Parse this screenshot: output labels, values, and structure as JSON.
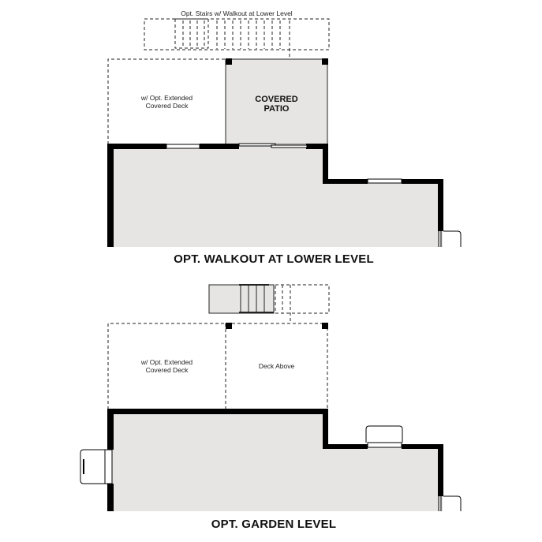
{
  "colors": {
    "wall": "#000000",
    "floor_fill": "#e6e5e3",
    "background": "#ffffff",
    "dashed_line": "#222222"
  },
  "plans": [
    {
      "title": "OPT. WALKOUT AT LOWER LEVEL",
      "labels": {
        "stairs_note": "Opt. Stairs w/ Walkout at Lower Level",
        "extended_deck_line1": "w/ Opt. Extended",
        "extended_deck_line2": "Covered Deck",
        "patio_line1": "COVERED",
        "patio_line2": "PATIO"
      }
    },
    {
      "title": "OPT. GARDEN LEVEL",
      "labels": {
        "extended_deck_line1": "w/ Opt. Extended",
        "extended_deck_line2": "Covered Deck",
        "deck_above": "Deck Above"
      }
    }
  ]
}
